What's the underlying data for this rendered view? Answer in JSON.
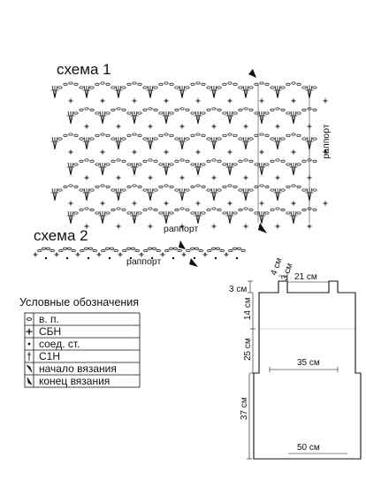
{
  "scheme1": {
    "title": "схема 1",
    "repeat_label": "раппорт"
  },
  "scheme2": {
    "title": "схема 2",
    "repeat_label_top": "раппорт",
    "repeat_label_bottom": "раппорт"
  },
  "legend": {
    "heading": "Условные обозначения",
    "items": [
      {
        "symbol": "chain-icon",
        "label": "в. п."
      },
      {
        "symbol": "cross-icon",
        "label": "СБН"
      },
      {
        "symbol": "dot-icon",
        "label": "соед. ст."
      },
      {
        "symbol": "stitch-icon",
        "label": "С1Н"
      },
      {
        "symbol": "start-arrow-icon",
        "label": "начало вязания"
      },
      {
        "symbol": "end-arrow-icon",
        "label": "конец вязания"
      }
    ]
  },
  "pattern": {
    "dims": {
      "top_neck": "3 см",
      "shoulder": "4 см",
      "shoulder_inner": "3 см",
      "top_width": "21 см",
      "upper_height": "14 см",
      "mid_height": "25 см",
      "mid_width": "35 см",
      "lower_height": "37 см",
      "bottom_width": "50 см"
    }
  },
  "colors": {
    "ink": "#111111",
    "background": "#ffffff"
  }
}
